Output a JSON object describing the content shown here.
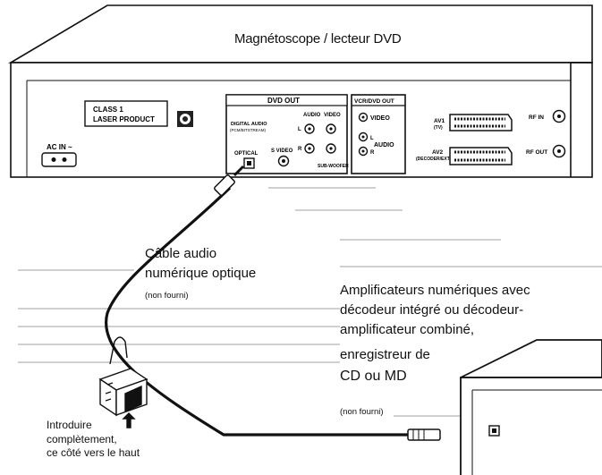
{
  "recorder_title": "Magnétoscope / lecteur DVD",
  "panel": {
    "class_label_1": "CLASS 1",
    "class_label_2": "LASER PRODUCT",
    "ac_in": "AC IN ~",
    "dvd_out": "DVD OUT",
    "digital_audio_1": "DIGITAL AUDIO",
    "digital_audio_2": "(PCM/BITSTREAM)",
    "optical": "OPTICAL",
    "audio": "AUDIO",
    "video": "VIDEO",
    "s_video": "S VIDEO",
    "l": "L",
    "r": "R",
    "sub_woofer": "SUB-WOOFER",
    "vcr_dvd_out": "VCR/DVD OUT",
    "video2": "VIDEO",
    "audio2": "AUDIO",
    "av1": "AV1",
    "av1_sub": "(TV)",
    "av2": "AV2",
    "av2_sub": "(DECODER/EXT)",
    "rf_in": "RF IN",
    "rf_out": "RF OUT"
  },
  "cable_label": {
    "line1": "Câble audio",
    "line2": "numérique optique",
    "note": "(non fourni)"
  },
  "amplifier_label": {
    "lines": [
      "Amplificateurs numériques avec",
      "décodeur intégré ou décodeur-",
      "amplificateur combiné,",
      "enregistreur de",
      "CD ou MD"
    ],
    "note": "(non fourni)"
  },
  "insert_note": {
    "lines": [
      "Introduire",
      "complètement,",
      "ce côté vers le haut"
    ]
  }
}
